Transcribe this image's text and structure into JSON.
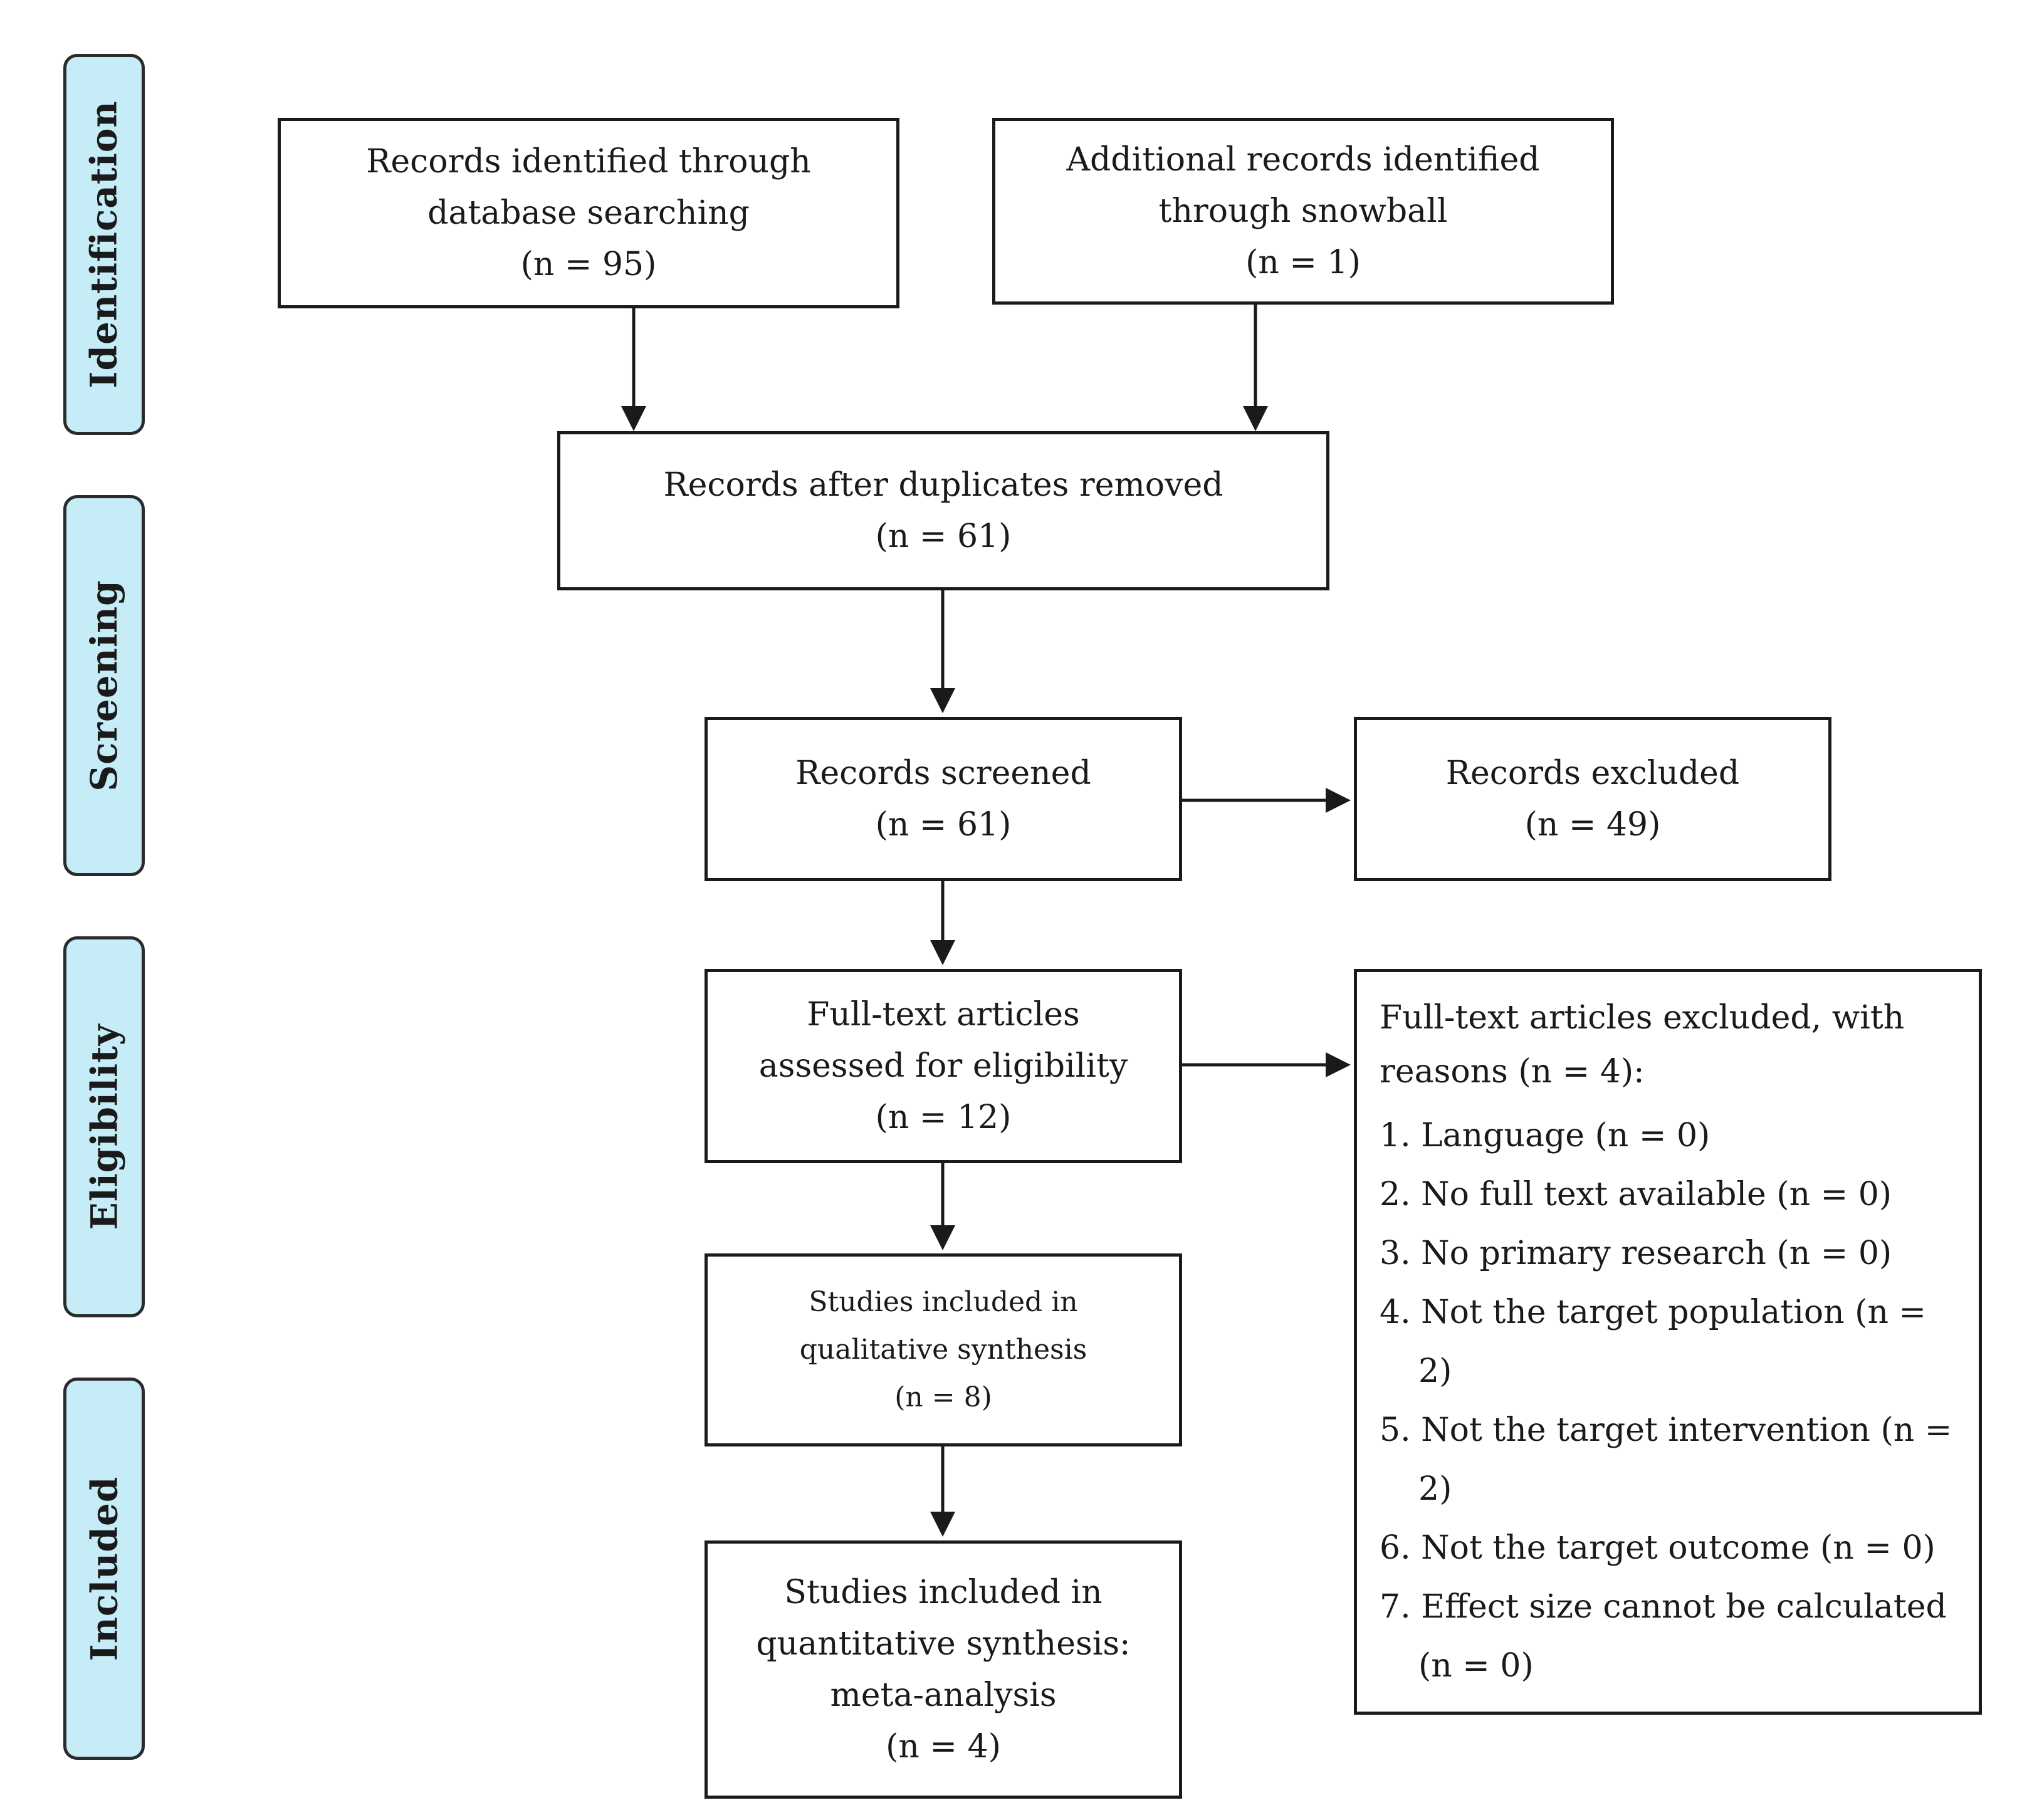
{
  "stages": {
    "identification": "Identification",
    "screening": "Screening",
    "eligibility": "Eligibility",
    "included": "Included"
  },
  "boxes": {
    "database": {
      "line1": "Records identified through",
      "line2": "database searching",
      "count": "(n = 95)"
    },
    "snowball": {
      "line1": "Additional records identified",
      "line2": "through snowball",
      "count": "(n = 1)"
    },
    "deduplicated": {
      "line1": "Records after duplicates removed",
      "count": "(n = 61)"
    },
    "screened": {
      "line1": "Records screened",
      "count": "(n = 61)"
    },
    "excluded": {
      "line1": "Records excluded",
      "count": "(n = 49)"
    },
    "fulltext": {
      "line1": "Full-text articles",
      "line2": "assessed for eligibility",
      "count": "(n = 12)"
    },
    "qualitative": {
      "line1": "Studies included in",
      "line2": "qualitative synthesis",
      "count": "(n = 8)"
    },
    "quantitative": {
      "line1": "Studies included in",
      "line2": "quantitative synthesis:",
      "line3": "meta-analysis",
      "count": "(n = 4)"
    }
  },
  "fulltext_excluded": {
    "heading_line1": "Full-text articles excluded, with",
    "heading_line2": "reasons (n = 4):",
    "reasons": [
      "1. Language (n = 0)",
      "2. No full text available (n = 0)",
      "3. No primary research (n = 0)",
      "4. Not the target population (n = 2)",
      "5. Not the target intervention (n = 2)",
      "6. Not the target outcome (n = 0)",
      "7. Effect size cannot be calculated (n = 0)"
    ]
  }
}
